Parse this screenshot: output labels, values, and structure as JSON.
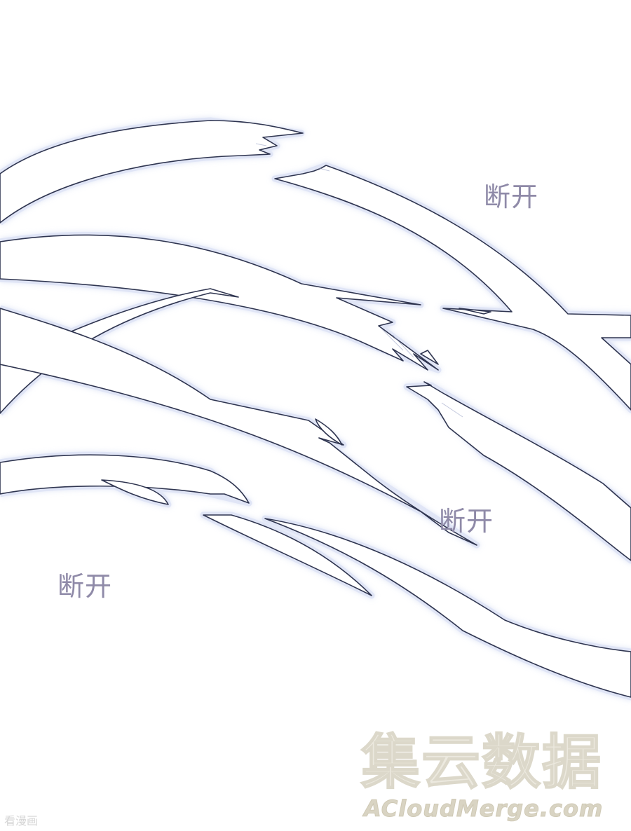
{
  "sound_effects": [
    "断开",
    "断开",
    "断开"
  ],
  "watermark": {
    "chinese": "集云数据",
    "english": "ACloudMerge.com"
  },
  "corner_logo": "看漫画",
  "colors": {
    "outline": "#2f3550",
    "glow": "#b9c6ea",
    "shadow": "#cfdcec",
    "sfx_text": "#8f8aa8",
    "watermark": "#e3dfd2"
  }
}
